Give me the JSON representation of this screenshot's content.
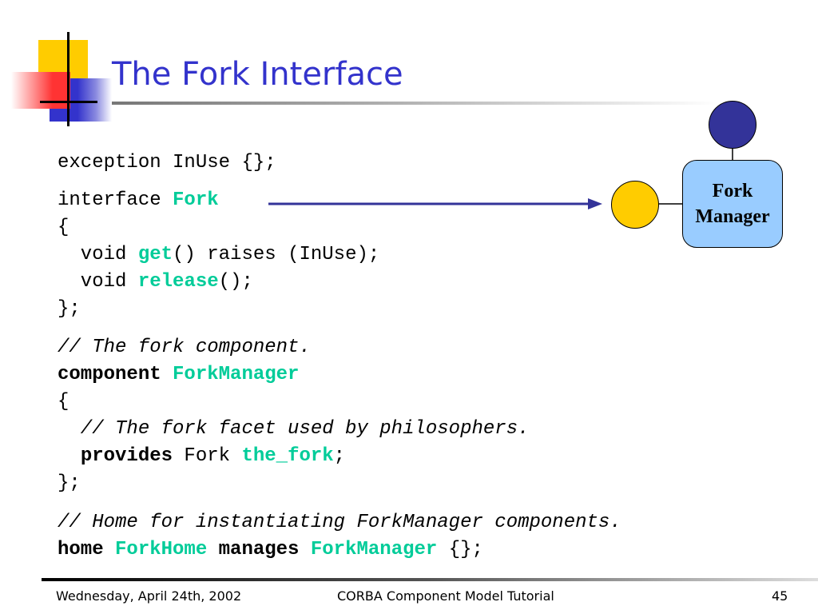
{
  "slide": {
    "title": "The Fork Interface",
    "footer": {
      "date": "Wednesday, April 24th, 2002",
      "center": "CORBA Component Model Tutorial",
      "page": "45"
    }
  },
  "code": {
    "l1": "exception InUse {};",
    "l2a": "interface ",
    "l2b": "Fork",
    "l3": "{",
    "l4a": "  void ",
    "l4b": "get",
    "l4c": "() raises (InUse);",
    "l5a": "  void ",
    "l5b": "release",
    "l5c": "();",
    "l6": "};",
    "l7": "// The fork component.",
    "l8a": "component",
    "l8b": " ",
    "l8c": "ForkManager",
    "l9": "{",
    "l10": "  // The fork facet used by philosophers.",
    "l11a": "  ",
    "l11b": "provides",
    "l11c": " Fork ",
    "l11d": "the_fork",
    "l11e": ";",
    "l12": "};",
    "l13": "// Home for instantiating ForkManager components.",
    "l14a": "home",
    "l14b": " ",
    "l14c": "ForkHome",
    "l14d": " ",
    "l14e": "manages",
    "l14f": " ",
    "l14g": "ForkManager",
    "l14h": " {};"
  },
  "diagram": {
    "manager_line1": "Fork",
    "manager_line2": "Manager",
    "colors": {
      "manager_fill": "#99ccff",
      "facet_fill": "#ffcc00",
      "home_fill": "#333399",
      "arrow": "#333399",
      "keyword": "#00cc99",
      "title": "#3333cc"
    }
  }
}
